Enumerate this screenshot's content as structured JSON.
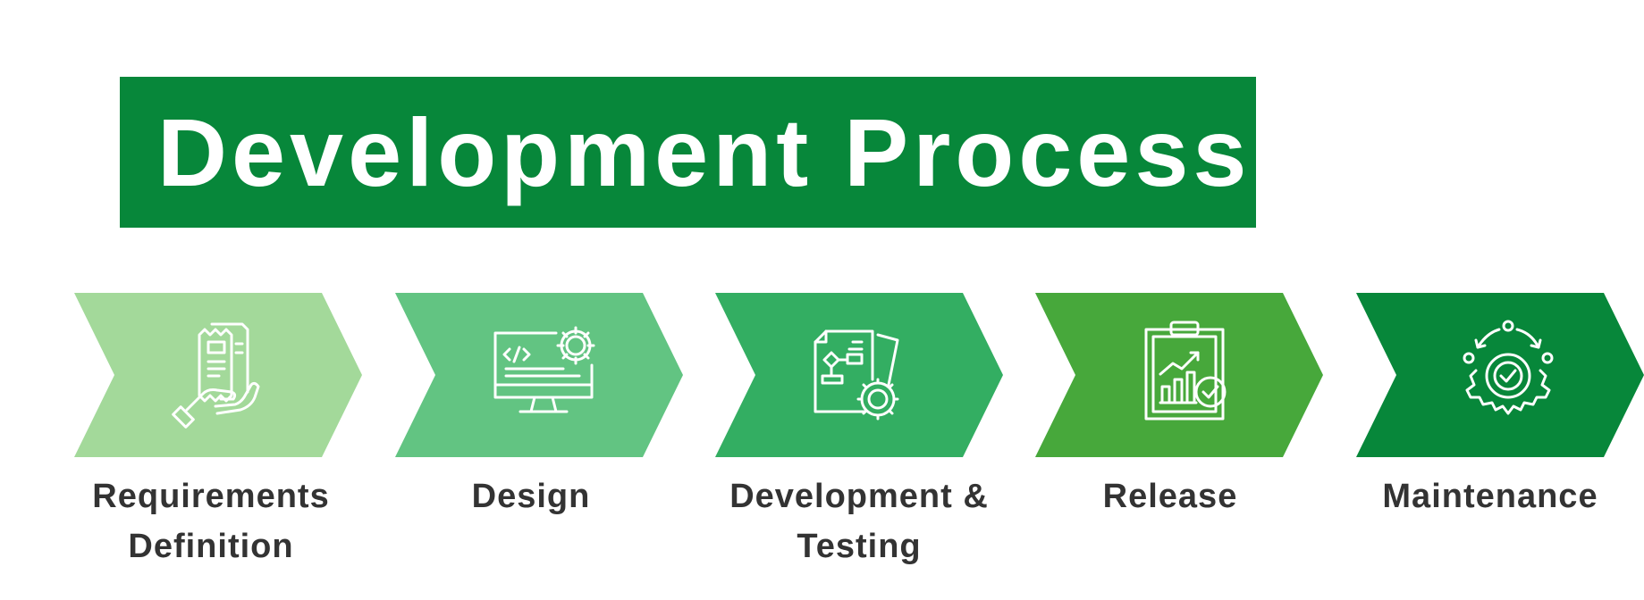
{
  "title": "Development Process",
  "colors": {
    "banner": "#07873a",
    "label_text": "#333333",
    "icon_stroke": "#ffffff"
  },
  "steps": [
    {
      "label_line1": "Requirements",
      "label_line2": "Definition",
      "color": "#a3d99a",
      "icon": "document-in-hand-icon"
    },
    {
      "label_line1": "Design",
      "label_line2": "",
      "color": "#62c482",
      "icon": "monitor-code-gear-icon"
    },
    {
      "label_line1": "Development &",
      "label_line2": "Testing",
      "color": "#33ae62",
      "icon": "flowchart-document-gear-icon"
    },
    {
      "label_line1": "Release",
      "label_line2": "",
      "color": "#47a83b",
      "icon": "clipboard-chart-check-icon"
    },
    {
      "label_line1": "Maintenance",
      "label_line2": "",
      "color": "#07873a",
      "icon": "gear-cycle-check-icon"
    }
  ]
}
